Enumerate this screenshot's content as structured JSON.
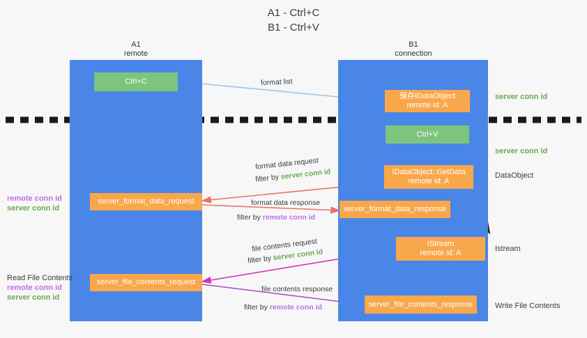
{
  "title": {
    "line1": "A1 - Ctrl+C",
    "line2": "B1 - Ctrl+V"
  },
  "lanes": [
    {
      "name": "A1",
      "sub": "remote"
    },
    {
      "name": "B1",
      "sub": "connection"
    }
  ],
  "boxes": {
    "ctrl_c": "Ctrl+C",
    "ctrl_v": "Ctrl+V",
    "save_idataobject_l1": "保存IDataObject",
    "save_idataobject_l2": "remote id: A",
    "getdata_l1": "IDataObject::GetData",
    "getdata_l2": "remote id: A",
    "istream_l1": "IStream",
    "istream_l2": "remote id: A",
    "server_format_data_request": "server_format_data_request",
    "server_format_data_response": "server_format_data_response",
    "server_file_contents_request": "server_file_contents_request",
    "server_file_contents_response": "server_file_contents_response"
  },
  "annotations": {
    "format_list": "format list",
    "format_data_request": "format data request",
    "format_data_response": "format data response",
    "file_contents_request": "file contents request",
    "file_contents_response": "file contents response",
    "filter_by": "filter by",
    "server_conn_id": "server conn id",
    "remote_conn_id": "remote conn id"
  },
  "side_labels": {
    "server_conn_id_top": "server conn id",
    "server_conn_id_mid": "server conn id",
    "dataobject": "DataObject",
    "istream": "Istream",
    "write_file_contents": "Write File Contents",
    "read_file_contents": "Read File Contents",
    "remote_conn_id": "remote conn id",
    "server_conn_id": "server conn id"
  },
  "colors": {
    "lane": "#4a86e8",
    "orange": "#f9a74b",
    "green_box": "#7dc47d",
    "green_text": "#6aa84f",
    "purple_text": "#c06ee8",
    "arrow_blue": "#9fc5e8",
    "arrow_red": "#e8736a",
    "arrow_magenta": "#d634b6",
    "arrow_purple": "#a64ac9",
    "arrow_black": "#1a1a1a",
    "divider": "#1a1a1a"
  }
}
